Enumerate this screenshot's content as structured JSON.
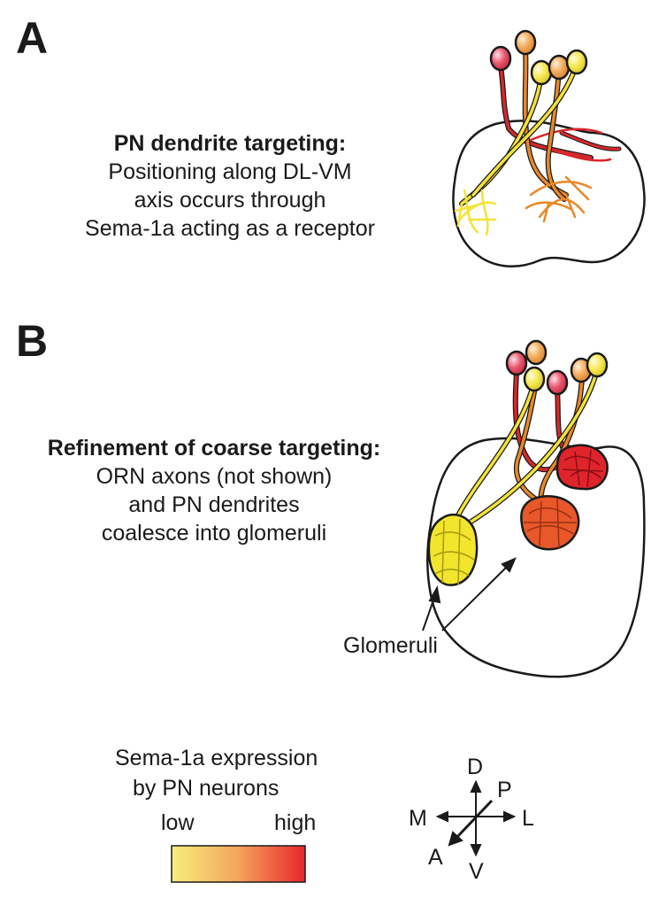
{
  "panel_a": {
    "letter": "A",
    "title": "PN dendrite targeting:",
    "lines": [
      "Positioning along DL-VM",
      "axis occurs through",
      "Sema-1a acting as a receptor"
    ]
  },
  "panel_b": {
    "letter": "B",
    "title": "Refinement of coarse targeting:",
    "lines": [
      "ORN axons (not shown)",
      "and PN dendrites",
      "coalesce into glomeruli"
    ],
    "glomeruli_label": "Glomeruli"
  },
  "legend": {
    "title_line1": "Sema-1a expression",
    "title_line2": "by PN neurons",
    "low_label": "low",
    "high_label": "high",
    "gradient_colors": [
      "#f7ee7c",
      "#f4a45c",
      "#e8262e"
    ]
  },
  "axes": {
    "dorsal": "D",
    "ventral": "V",
    "medial": "M",
    "lateral": "L",
    "posterior": "P",
    "anterior": "A"
  },
  "colors": {
    "yellow": "#f4e239",
    "orange": "#e8882a",
    "red": "#d8272b",
    "outline": "#1a1a1a"
  }
}
